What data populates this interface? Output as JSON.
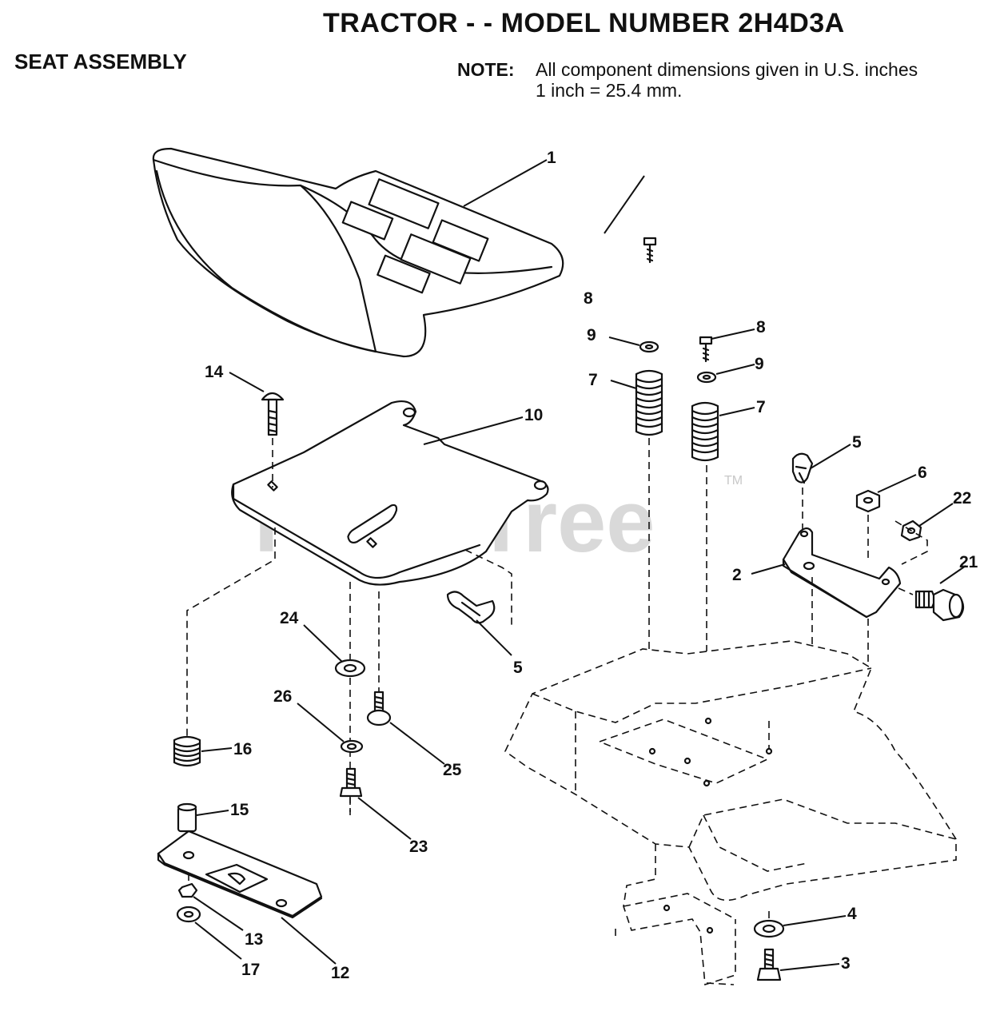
{
  "title": "TRACTOR - - MODEL NUMBER 2H4D3A",
  "section_title": "SEAT ASSEMBLY",
  "note": {
    "label": "NOTE:",
    "line1": "All component dimensions given in U.S. inches",
    "line2": "1 inch = 25.4 mm."
  },
  "watermark": {
    "text": "PartsTree",
    "tm": "TM"
  },
  "callouts": {
    "c1": "1",
    "c2": "2",
    "c3": "3",
    "c4": "4",
    "c5a": "5",
    "c5b": "5",
    "c6": "6",
    "c7a": "7",
    "c7b": "7",
    "c8a": "8",
    "c8b": "8",
    "c9a": "9",
    "c9b": "9",
    "c10": "10",
    "c12": "12",
    "c13": "13",
    "c14": "14",
    "c15": "15",
    "c16": "16",
    "c17": "17",
    "c21": "21",
    "c22": "22",
    "c23": "23",
    "c24": "24",
    "c25": "25",
    "c26": "26"
  }
}
